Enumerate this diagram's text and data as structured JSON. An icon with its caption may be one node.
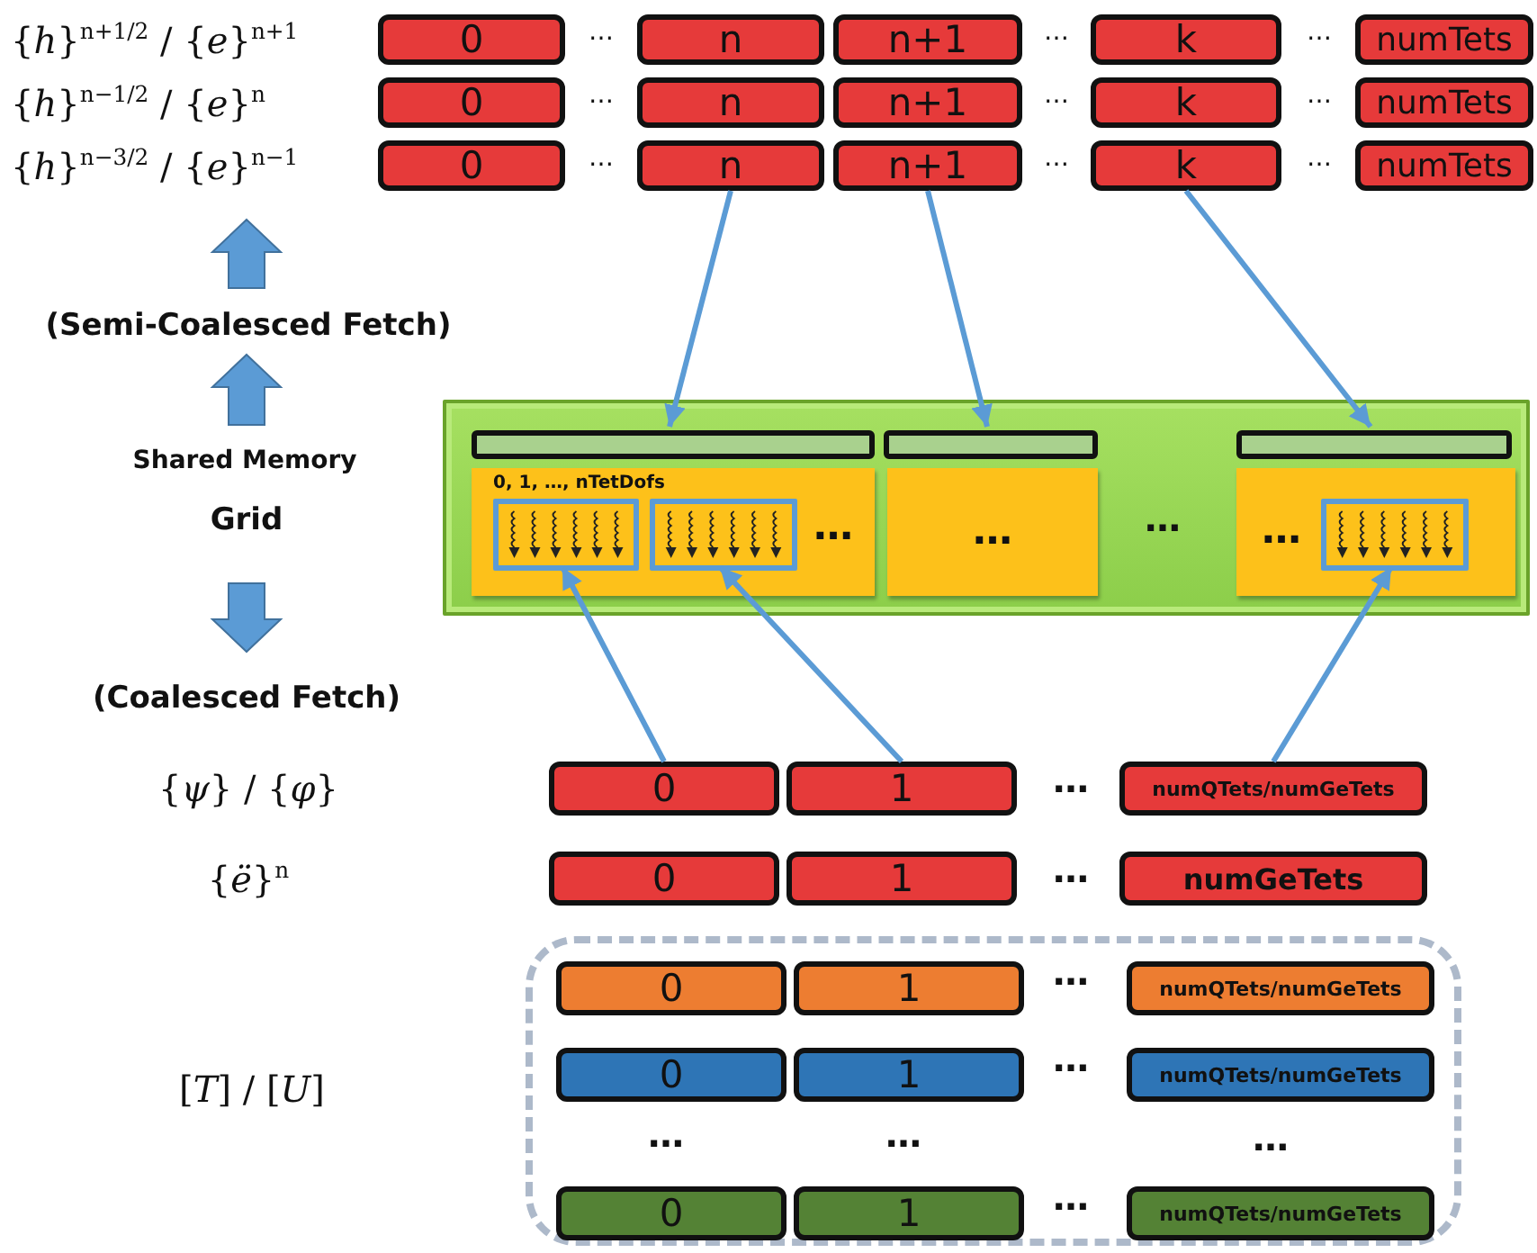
{
  "diagram": {
    "nodes": [
      {
        "text": [
          "0"
        ]
      },
      {
        "text": [
          "n"
        ]
      },
      {
        "text": [
          "n+1"
        ]
      },
      {
        "text": [
          "k"
        ]
      },
      {
        "text": [
          "numTets"
        ]
      },
      {
        "text": [
          "0"
        ]
      },
      {
        "text": [
          "n"
        ]
      },
      {
        "text": [
          "n+1"
        ]
      },
      {
        "text": [
          "k"
        ]
      },
      {
        "text": [
          "numTets"
        ]
      },
      {
        "text": [
          "0"
        ]
      },
      {
        "text": [
          "n"
        ]
      },
      {
        "text": [
          "n+1"
        ]
      },
      {
        "text": [
          "k"
        ]
      },
      {
        "text": [
          "numTets"
        ]
      },
      {
        "text": [],
        "shape": "box"
      },
      {
        "text": [],
        "shape": "bar",
        "in": 15
      },
      {
        "text": [],
        "shape": "bar",
        "in": 15
      },
      {
        "text": [],
        "shape": "bar",
        "in": 15
      },
      {
        "text": [
          "0, 1, …, nTetDofs",
          "…"
        ],
        "in": 15
      },
      {
        "text": [],
        "shape": "box",
        "in": 19
      },
      {
        "text": [],
        "shape": "box",
        "in": 19
      },
      {
        "text": [
          "…"
        ],
        "in": 15
      },
      {
        "text": [
          "…"
        ],
        "in": 15
      },
      {
        "text": [],
        "shape": "box",
        "in": 23
      },
      {
        "text": [
          "0"
        ]
      },
      {
        "text": [
          "1"
        ]
      },
      {
        "text": [
          "numQTets/numGeTets"
        ]
      },
      {
        "text": [
          "0"
        ]
      },
      {
        "text": [
          "1"
        ]
      },
      {
        "text": [
          "numGeTets"
        ]
      },
      {
        "text": [],
        "shape": "box"
      },
      {
        "text": [
          "0"
        ],
        "in": 31
      },
      {
        "text": [
          "1"
        ],
        "in": 31
      },
      {
        "text": [
          "numQTets/numGeTets"
        ],
        "in": 31
      },
      {
        "text": [
          "0"
        ],
        "in": 31
      },
      {
        "text": [
          "1"
        ],
        "in": 31
      },
      {
        "text": [
          "numQTets/numGeTets"
        ],
        "in": 31
      },
      {
        "text": [
          "0"
        ],
        "in": 31
      },
      {
        "text": [
          "1"
        ],
        "in": 31
      },
      {
        "text": [
          "numQTets/numGeTets"
        ],
        "in": 31
      }
    ],
    "edges": [
      {
        "from": 11,
        "to": 16,
        "arrow": "to"
      },
      {
        "from": 12,
        "to": 17,
        "arrow": "to"
      },
      {
        "from": 13,
        "to": 18,
        "arrow": "to"
      },
      {
        "from": 25,
        "to": 20,
        "arrow": "to"
      },
      {
        "from": 26,
        "to": 21,
        "arrow": "to"
      },
      {
        "from": 27,
        "to": 24,
        "arrow": "to"
      }
    ],
    "labels": [
      "{*h*}$^{n+1/2}$ / {*e*}$^{n+1}$",
      "…",
      "…",
      "…",
      "{*h*}$^{n−1/2}$ / {*e*}$^{n}$",
      "…",
      "…",
      "…",
      "{*h*}$^{n−3/2}$ / {*e*}$^{n−1}$",
      "…",
      "…",
      "…",
      "(Semi-Coalesced Fetch)",
      "Shared Memory",
      "Grid",
      "…",
      "(Coalesced Fetch)",
      "{*ψ*} / {*φ*}",
      "…",
      "{*ë*}$^{n}$",
      "…",
      "[*T*] / [*U*]",
      "…",
      "…",
      "…",
      "…",
      "…",
      "…"
    ]
  }
}
